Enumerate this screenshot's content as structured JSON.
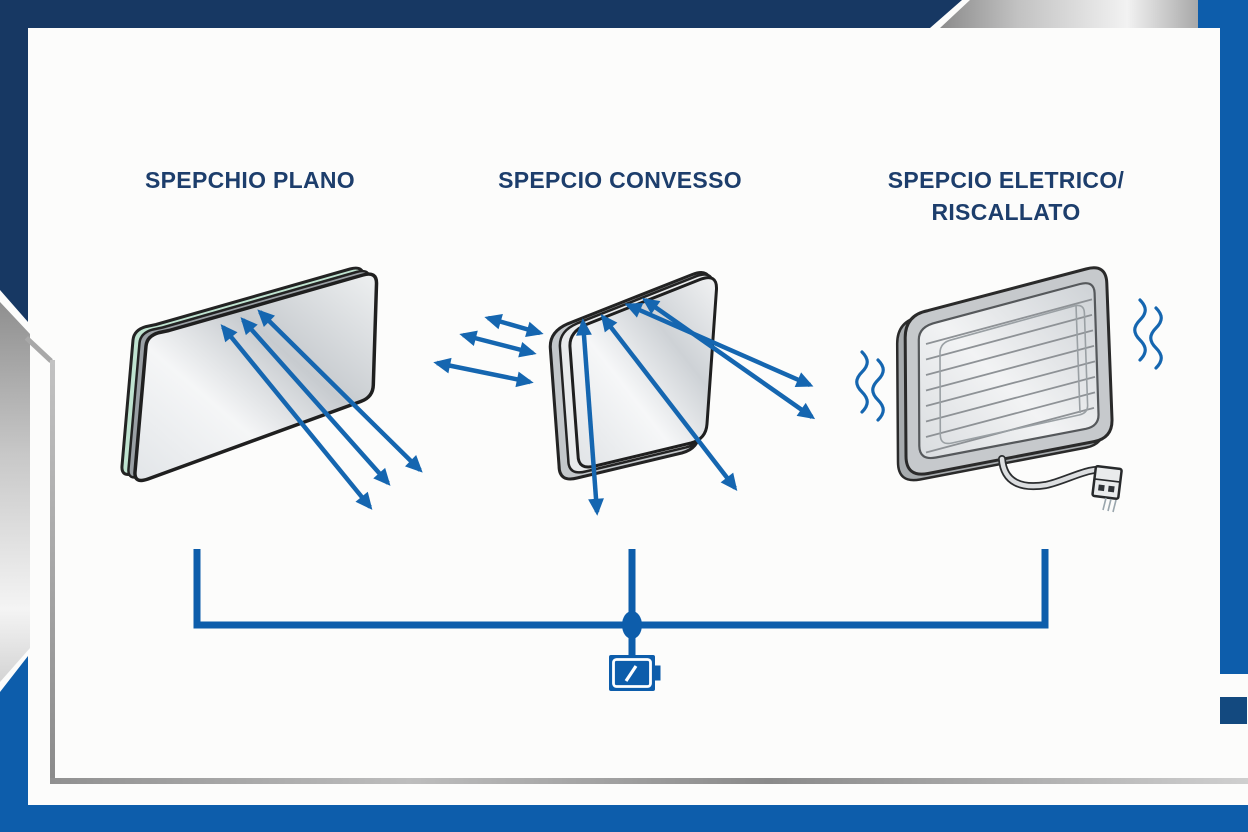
{
  "colors": {
    "navy": "#173863",
    "title_navy": "#1d3e6c",
    "bright_blue": "#0d5dab",
    "arrow_blue": "#1566b0",
    "dark_blue_accent": "#13497f",
    "silver": "#c2c2c2",
    "mirror_green_edge": "#bfe3d0"
  },
  "diagram": {
    "panels": [
      {
        "title": "SPEPCHIO PLANO"
      },
      {
        "title": "SPEPCIO CONVESSO"
      },
      {
        "title_line1": "SPEPCIO ELETRICO/",
        "title_line2": "RISCALLATO"
      }
    ],
    "icons": {
      "battery": "battery-icon",
      "heat_waves": "heat-wave-icon",
      "connector_plug": "connector-plug-icon",
      "light_rays": "light-ray-arrow-icon"
    }
  }
}
